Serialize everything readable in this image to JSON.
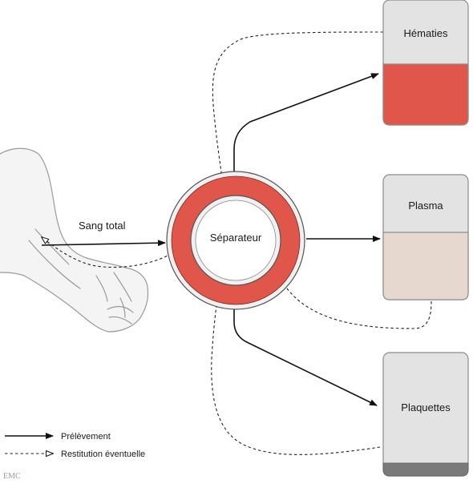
{
  "diagram": {
    "input_label": "Sang total",
    "separator_label": "Séparateur",
    "containers": [
      {
        "label": "Hématies",
        "color": "#e0564a"
      },
      {
        "label": "Plasma",
        "color": "#e6d8ce"
      },
      {
        "label": "Plaquettes",
        "color": "#7a7a7a"
      }
    ],
    "legend": [
      {
        "label": "Prélèvement",
        "style": "solid"
      },
      {
        "label": "Restitution éventuelle",
        "style": "dashed"
      }
    ],
    "logo": "EMC"
  },
  "colors": {
    "ring": "#e0564a",
    "container_top": "#e3e3e3",
    "container_border": "#8c8c8c",
    "line": "#111111"
  }
}
